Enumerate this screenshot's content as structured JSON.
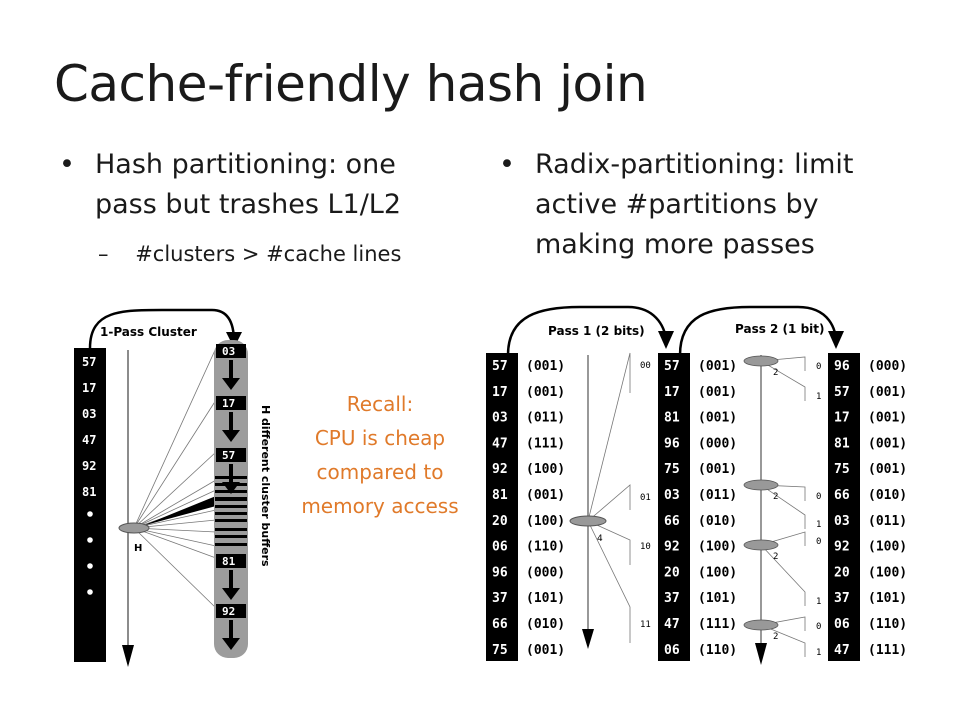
{
  "slide": {
    "title": "Cache-friendly hash join",
    "left": {
      "bullet_line1": "Hash partitioning: one",
      "bullet_line2": "pass but trashes L1/L2",
      "sub": "#clusters > #cache lines"
    },
    "right": {
      "bullet_line1": "Radix-partitioning: limit",
      "bullet_line2": "active #partitions by",
      "bullet_line3": "making more passes"
    },
    "recall": [
      "Recall:",
      "CPU is cheap",
      "compared to",
      "memory access"
    ],
    "colors": {
      "accent": "#e07a2a"
    }
  },
  "figure1": {
    "label": "1-Pass Cluster",
    "hash_label": "H",
    "side_label": "H different cluster buffers",
    "input": [
      "57",
      "17",
      "03",
      "47",
      "92",
      "81"
    ],
    "buffer_heads": [
      "03",
      "17",
      "57",
      "81",
      "92"
    ]
  },
  "figure2": {
    "pass1_label": "Pass 1 (2 bits)",
    "pass2_label": "Pass 2 (1 bit)",
    "col1": [
      [
        "57",
        "(001)"
      ],
      [
        "17",
        "(001)"
      ],
      [
        "03",
        "(011)"
      ],
      [
        "47",
        "(111)"
      ],
      [
        "92",
        "(100)"
      ],
      [
        "81",
        "(001)"
      ],
      [
        "20",
        "(100)"
      ],
      [
        "06",
        "(110)"
      ],
      [
        "96",
        "(000)"
      ],
      [
        "37",
        "(101)"
      ],
      [
        "66",
        "(010)"
      ],
      [
        "75",
        "(001)"
      ]
    ],
    "col2": [
      [
        "57",
        "(001)"
      ],
      [
        "17",
        "(001)"
      ],
      [
        "81",
        "(001)"
      ],
      [
        "96",
        "(000)"
      ],
      [
        "75",
        "(001)"
      ],
      [
        "03",
        "(011)"
      ],
      [
        "66",
        "(010)"
      ],
      [
        "92",
        "(100)"
      ],
      [
        "20",
        "(100)"
      ],
      [
        "37",
        "(101)"
      ],
      [
        "47",
        "(111)"
      ],
      [
        "06",
        "(110)"
      ]
    ],
    "col3": [
      [
        "96",
        "(000)"
      ],
      [
        "57",
        "(001)"
      ],
      [
        "17",
        "(001)"
      ],
      [
        "81",
        "(001)"
      ],
      [
        "75",
        "(001)"
      ],
      [
        "66",
        "(010)"
      ],
      [
        "03",
        "(011)"
      ],
      [
        "92",
        "(100)"
      ],
      [
        "20",
        "(100)"
      ],
      [
        "37",
        "(101)"
      ],
      [
        "06",
        "(110)"
      ],
      [
        "47",
        "(111)"
      ]
    ],
    "pass1_bits": [
      "00",
      "01",
      "10",
      "11"
    ],
    "pass1_fanout": "4",
    "pass2_fanout": "2",
    "pass2_bits": [
      "0",
      "1"
    ]
  }
}
